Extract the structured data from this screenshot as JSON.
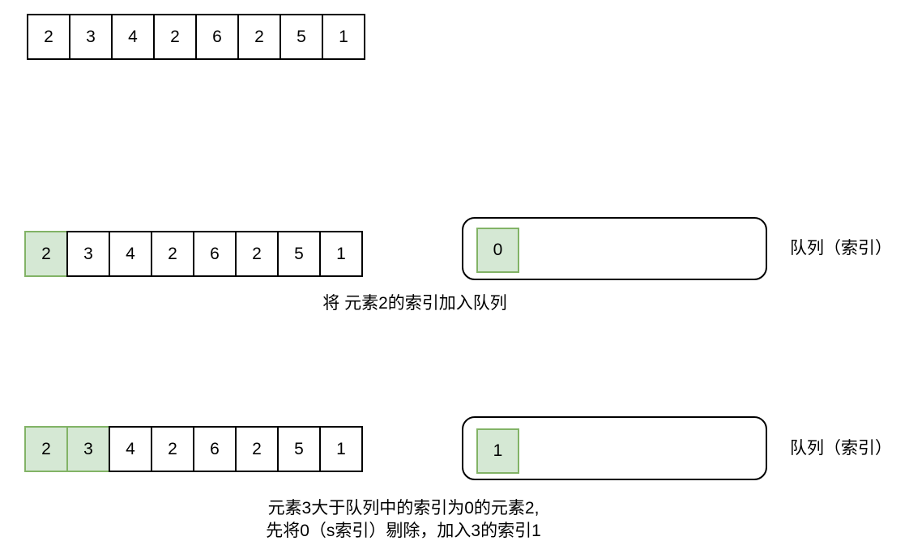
{
  "diagram_title": "",
  "colors": {
    "background": "#ffffff",
    "line": "#000000",
    "text": "#000000",
    "highlight_fill": "#d5e8d4",
    "highlight_border": "#82b366"
  },
  "steps": [
    {
      "name": "initial-array",
      "array": {
        "values": [
          "2",
          "3",
          "4",
          "2",
          "6",
          "2",
          "5",
          "1"
        ],
        "highlighted_indices": []
      }
    },
    {
      "name": "step-1",
      "array": {
        "values": [
          "2",
          "3",
          "4",
          "2",
          "6",
          "2",
          "5",
          "1"
        ],
        "highlighted_indices": [
          0
        ]
      },
      "queue": {
        "items": [
          "0"
        ],
        "label": "队列（索引）"
      },
      "caption_lines": [
        "将 元素2的索引加入队列"
      ]
    },
    {
      "name": "step-2",
      "array": {
        "values": [
          "2",
          "3",
          "4",
          "2",
          "6",
          "2",
          "5",
          "1"
        ],
        "highlighted_indices": [
          0,
          1
        ]
      },
      "queue": {
        "items": [
          "1"
        ],
        "label": "队列（索引）"
      },
      "caption_lines": [
        "元素3大于队列中的索引为0的元素2,",
        "先将0（s索引）剔除，加入3的索引1"
      ]
    }
  ]
}
